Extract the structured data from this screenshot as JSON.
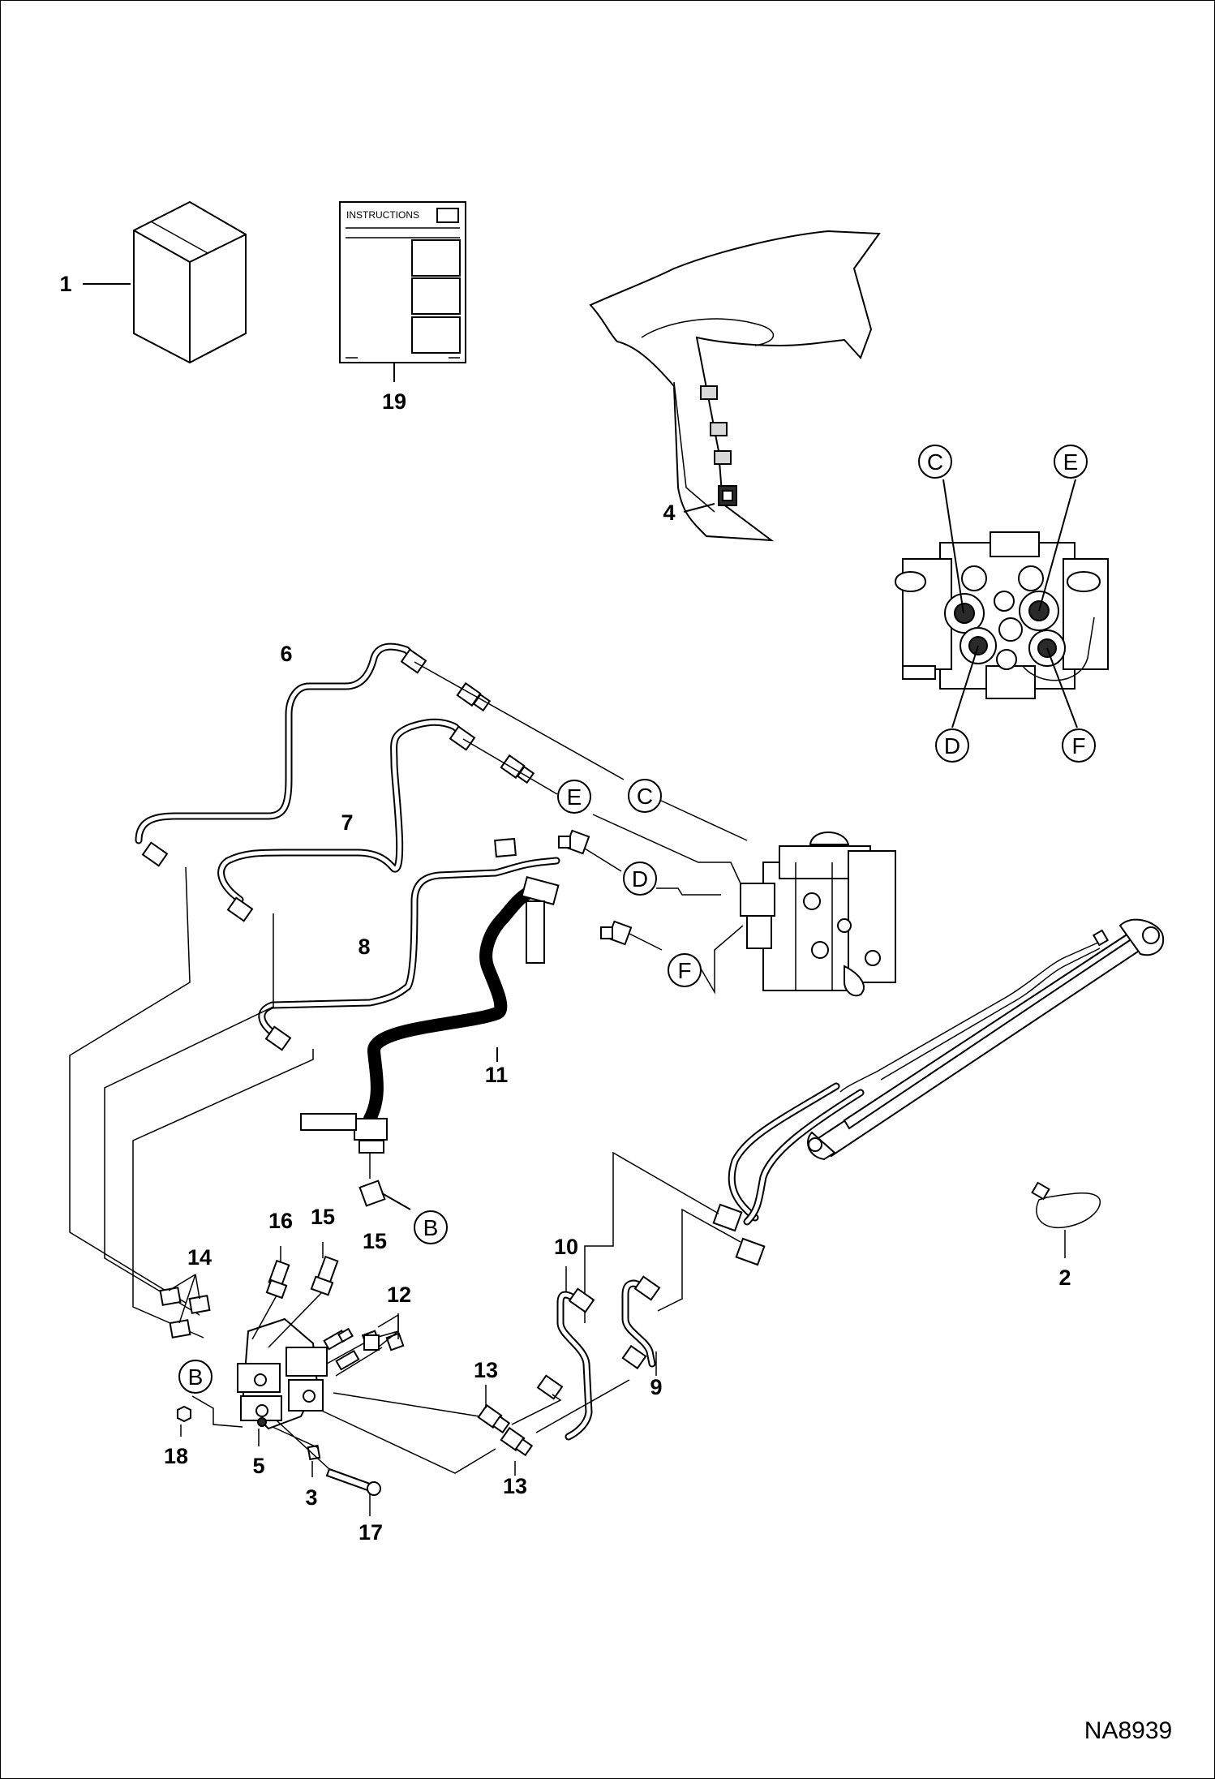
{
  "drawing_id": "NA8939",
  "instructions_label": "INSTRUCTIONS",
  "part_numbers": {
    "p1": "1",
    "p2": "2",
    "p3": "3",
    "p4": "4",
    "p5": "5",
    "p6": "6",
    "p7": "7",
    "p8": "8",
    "p9": "9",
    "p10": "10",
    "p11": "11",
    "p12": "12",
    "p13a": "13",
    "p13b": "13",
    "p14": "14",
    "p15a": "15",
    "p15b": "15",
    "p16": "16",
    "p17": "17",
    "p18": "18",
    "p19": "19"
  },
  "port_labels": {
    "detail_c": "C",
    "detail_e": "E",
    "detail_d": "D",
    "detail_f": "F",
    "callout_c": "C",
    "callout_e": "E",
    "callout_d": "D",
    "callout_f": "F",
    "callout_b_right": "B",
    "callout_b_left": "B"
  }
}
